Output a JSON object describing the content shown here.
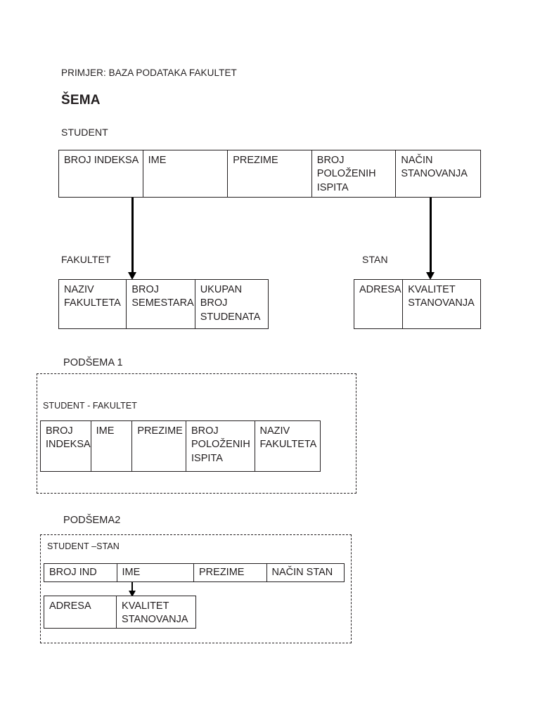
{
  "document": {
    "header": "PRIMJER: BAZA PODATAKA FAKULTET",
    "title": "ŠEMA"
  },
  "schema": {
    "entities": [
      {
        "name": "student",
        "label": "STUDENT",
        "columns": [
          {
            "lines": [
              "BROJ INDEKSA"
            ]
          },
          {
            "lines": [
              "IME"
            ]
          },
          {
            "lines": [
              "PREZIME"
            ]
          },
          {
            "lines": [
              "BROJ",
              "POLOŽENIH",
              "ISPITA"
            ]
          },
          {
            "lines": [
              "NAČIN",
              "STANOVANJA"
            ]
          }
        ]
      },
      {
        "name": "fakultet",
        "label": "FAKULTET",
        "columns": [
          {
            "lines": [
              "NAZIV",
              "FAKULTETA"
            ]
          },
          {
            "lines": [
              "BROJ",
              "SEMESTARA"
            ]
          },
          {
            "lines": [
              "UKUPAN",
              "BROJ",
              "STUDENATA"
            ]
          }
        ]
      },
      {
        "name": "stan",
        "label": "STAN",
        "columns": [
          {
            "lines": [
              "ADRESA"
            ]
          },
          {
            "lines": [
              "KVALITET",
              "STANOVANJA"
            ]
          }
        ]
      }
    ]
  },
  "subschemas": [
    {
      "name": "podsema-1",
      "label": "PODŠEMA 1",
      "relation_label": "STUDENT - FAKULTET",
      "columns": [
        {
          "lines": [
            "BROJ",
            "INDEKSA"
          ]
        },
        {
          "lines": [
            "IME"
          ]
        },
        {
          "lines": [
            "PREZIME"
          ]
        },
        {
          "lines": [
            "BROJ",
            "POLOŽENIH",
            "ISPITA"
          ]
        },
        {
          "lines": [
            "NAZIV",
            "FAKULTETA"
          ]
        }
      ]
    },
    {
      "name": "podsema-2",
      "label": "PODŠEMA2",
      "relation_label": "STUDENT –STAN",
      "top_columns": [
        {
          "lines": [
            "BROJ IND"
          ]
        },
        {
          "lines": [
            "IME"
          ]
        },
        {
          "lines": [
            "PREZIME"
          ]
        },
        {
          "lines": [
            "NAČIN STAN"
          ]
        }
      ],
      "bottom_columns": [
        {
          "lines": [
            "ADRESA"
          ]
        },
        {
          "lines": [
            "KVALITET",
            "STANOVANJA"
          ]
        }
      ]
    }
  ],
  "colors": {
    "ink": "#231f20",
    "arrow": "#000000",
    "background": "#ffffff"
  }
}
